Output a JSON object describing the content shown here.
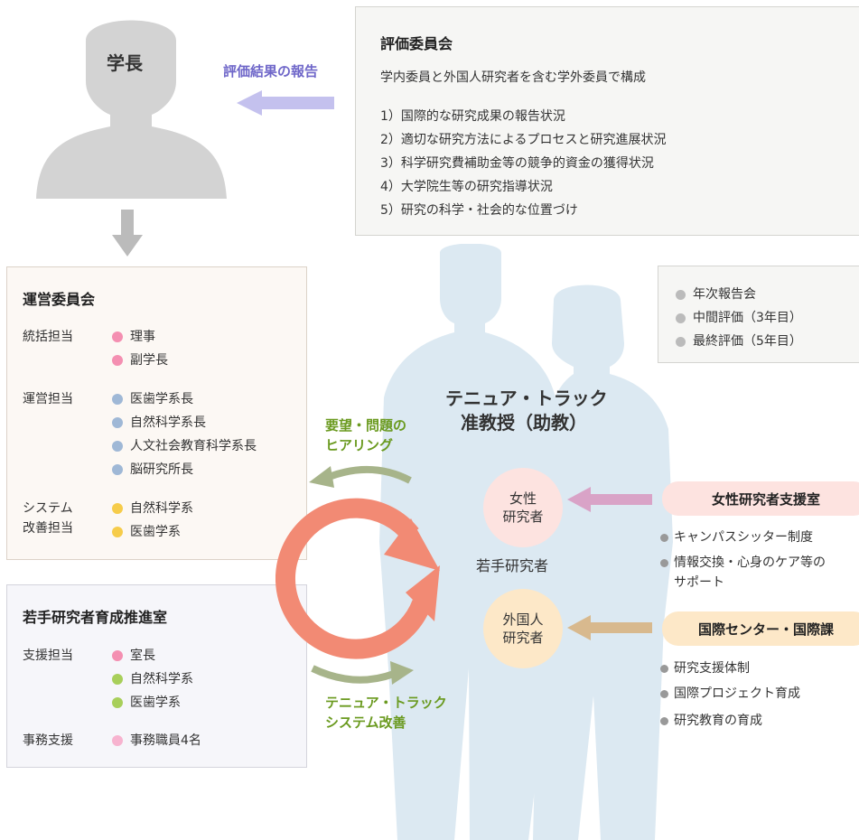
{
  "president": {
    "label": "学長"
  },
  "report_arrow": {
    "label": "評価結果の報告"
  },
  "eval_committee": {
    "title": "評価委員会",
    "subtitle": "学内委員と外国人研究者を含む学外委員で構成",
    "items": [
      "1）国際的な研究成果の報告状況",
      "2）適切な研究方法によるプロセスと研究進展状況",
      "3）科学研究費補助金等の競争的資金の獲得状況",
      "4）大学院生等の研究指導状況",
      "5）研究の科学・社会的な位置づけ"
    ]
  },
  "review_box": {
    "items": [
      "年次報告会",
      "中間評価（3年目）",
      "最終評価（5年目）"
    ]
  },
  "steering": {
    "title": "運営委員会",
    "groups": [
      {
        "label": "統括担当",
        "members": [
          "理事",
          "副学長"
        ]
      },
      {
        "label": "運営担当",
        "members": [
          "医歯学系長",
          "自然科学系長",
          "人文社会教育科学系長",
          "脳研究所長"
        ]
      },
      {
        "label": "システム改善担当",
        "label_line1": "システム",
        "label_line2": "改善担当",
        "members": [
          "自然科学系",
          "医歯学系"
        ]
      }
    ]
  },
  "young_office": {
    "title": "若手研究者育成推進室",
    "groups": [
      {
        "label": "支援担当",
        "members": [
          "室長",
          "自然科学系",
          "医歯学系"
        ]
      },
      {
        "label": "事務支援",
        "members": [
          "事務職員4名"
        ]
      }
    ]
  },
  "tenure": {
    "line1": "テニュア・トラック",
    "line2": "准教授（助教）"
  },
  "hearing": {
    "line1": "要望・問題の",
    "line2": "ヒアリング"
  },
  "improve": {
    "line1": "テニュア・トラック",
    "line2": "システム改善"
  },
  "young_researcher": {
    "label": "若手研究者"
  },
  "women": {
    "line1": "女性",
    "line2": "研究者"
  },
  "foreign": {
    "line1": "外国人",
    "line2": "研究者"
  },
  "women_support": {
    "title": "女性研究者支援室",
    "items": [
      "キャンパスシッター制度",
      "情報交換・心身のケア等の",
      "サポート"
    ]
  },
  "intl_center": {
    "title": "国際センター・国際課",
    "items": [
      "研究支援体制",
      "国際プロジェクト育成",
      "研究教育の育成"
    ]
  },
  "colors": {
    "pink": "#f48fb1",
    "blue": "#9fb8d6",
    "yellow": "#f6cc4a",
    "green": "#a8cf5a",
    "lightpink": "#f7b3cf",
    "silhouette": "#d3d3d3",
    "person_bg": "#dce9f2",
    "accent_green": "#6a9a1f",
    "report_purple": "#6f67c9"
  }
}
